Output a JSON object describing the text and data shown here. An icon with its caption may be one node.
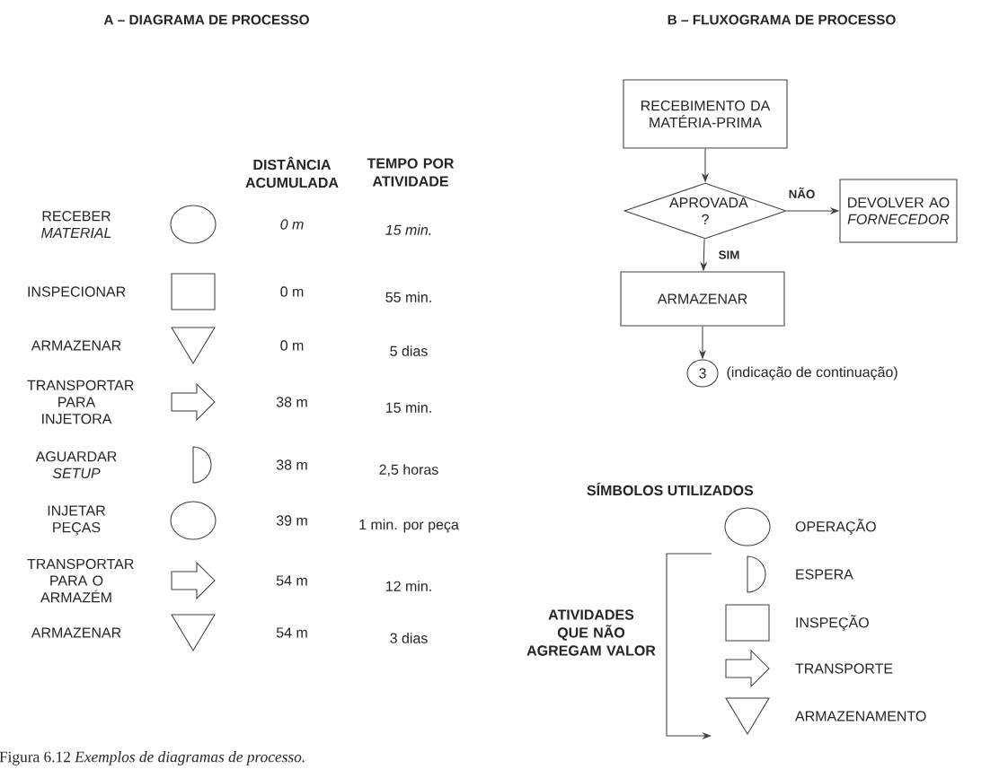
{
  "diagram": {
    "caption": "Figura 6.12 *Exemplos de diagramas de processo.*",
    "nodes": [
      {
        "text": [
          "RECEBIMENTO DA MATÉRIA-PRIMA"
        ]
      },
      {
        "text": [
          "APROVADA ?"
        ]
      },
      {
        "text": [
          "DEVOLVER AO *FORNECEDOR*"
        ]
      },
      {
        "text": [
          "ARMAZENAR"
        ]
      },
      {
        "text": [
          "3"
        ],
        "beside": [
          "(indicação de continuação)"
        ]
      }
    ],
    "edges": [
      {
        "from": 0,
        "to": 1,
        "arrow": "to"
      },
      {
        "from": 1,
        "to": 2,
        "arrow": "to",
        "label": "NÃO"
      },
      {
        "from": 1,
        "to": 3,
        "arrow": "to",
        "label": "SIM"
      },
      {
        "from": 3,
        "to": 4,
        "arrow": "to"
      }
    ],
    "labels": [
      "A – DIAGRAMA DE PROCESSO",
      "B – FLUXOGRAMA DE PROCESSO",
      "DISTÂNCIA ACUMULADA",
      "TEMPO POR ATIVIDADE",
      "RECEBER *MATERIAL*",
      "*0 m*",
      "*15 min.*",
      "INSPECIONAR",
      "0 m",
      "55 min.",
      "ARMAZENAR",
      "0 m",
      "5 dias",
      "TRANSPORTAR PARA INJETORA",
      "38 m",
      "15 min.",
      "AGUARDAR *SETUP*",
      "38 m",
      "2,5 horas",
      "INJETAR PEÇAS",
      "39 m",
      "1 min. por peça",
      "TRANSPORTAR PARA O ARMAZÉM",
      "54 m",
      "12 min.",
      "ARMAZENAR",
      "54 m",
      "3 dias",
      "SÍMBOLOS UTILIZADOS",
      "ATIVIDADES QUE NÃO AGREGAM VALOR"
    ],
    "legend": [
      {
        "text": "OPERAÇÃO"
      },
      {
        "text": "ESPERA"
      },
      {
        "text": "INSPEÇÃO"
      },
      {
        "text": "TRANSPORTE"
      },
      {
        "text": "ARMAZENAMENTO"
      }
    ]
  }
}
